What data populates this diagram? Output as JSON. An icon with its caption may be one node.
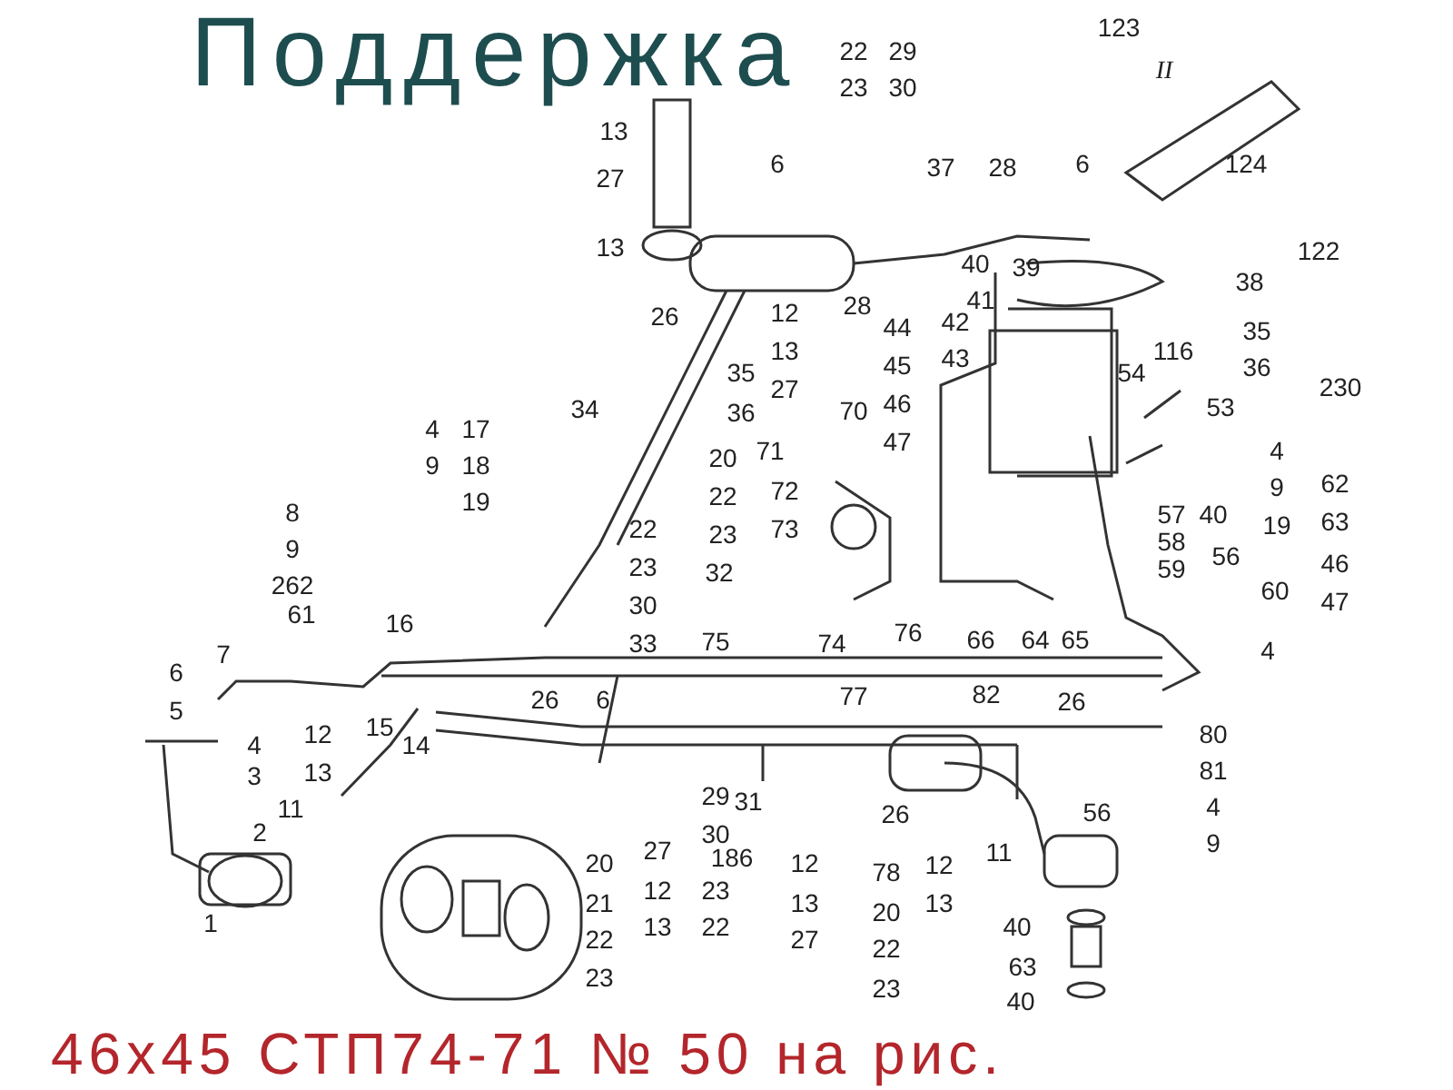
{
  "diagram": {
    "title": "Поддержка",
    "caption": "46х45 СТП74-71 № 50 на рис.",
    "labels": [
      "13",
      "27",
      "13",
      "26",
      "22",
      "29",
      "23",
      "30",
      "6",
      "37",
      "28",
      "6",
      "123",
      "II",
      "124",
      "122",
      "12",
      "28",
      "13",
      "27",
      "35",
      "36",
      "40",
      "39",
      "41",
      "44",
      "42",
      "45",
      "43",
      "46",
      "47",
      "70",
      "71",
      "72",
      "73",
      "38",
      "116",
      "35",
      "54",
      "36",
      "53",
      "230",
      "34",
      "4",
      "9",
      "17",
      "18",
      "19",
      "20",
      "22",
      "23",
      "32",
      "22",
      "23",
      "30",
      "33",
      "4",
      "9",
      "19",
      "57",
      "40",
      "58",
      "56",
      "59",
      "62",
      "63",
      "46",
      "47",
      "60",
      "4",
      "8",
      "9",
      "262",
      "61",
      "16",
      "75",
      "74",
      "76",
      "66",
      "64",
      "65",
      "7",
      "6",
      "5",
      "4",
      "3",
      "12",
      "13",
      "15",
      "14",
      "11",
      "2",
      "1",
      "26",
      "6",
      "77",
      "82",
      "26",
      "80",
      "81",
      "4",
      "9",
      "29",
      "30",
      "31",
      "186",
      "26",
      "56",
      "20",
      "21",
      "22",
      "23",
      "27",
      "12",
      "13",
      "23",
      "22",
      "12",
      "13",
      "27",
      "78",
      "20",
      "22",
      "23",
      "12",
      "13",
      "11",
      "40",
      "63",
      "40"
    ]
  }
}
